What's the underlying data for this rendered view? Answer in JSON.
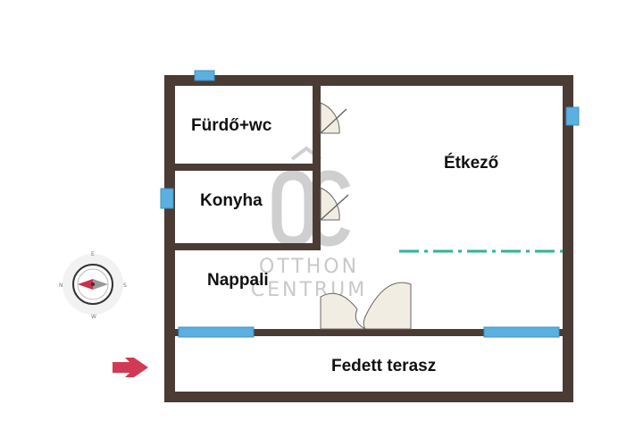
{
  "floorplan": {
    "rooms": [
      {
        "key": "bath",
        "label": "Fürdő+wc"
      },
      {
        "key": "kitchen",
        "label": "Konyha"
      },
      {
        "key": "living",
        "label": "Nappali"
      },
      {
        "key": "dining",
        "label": "Étkező"
      },
      {
        "key": "terrace",
        "label": "Fedett terasz"
      }
    ],
    "compass": {
      "north": "N",
      "east": "E",
      "south": "S",
      "west": "W"
    },
    "entrance_marker": "entrance-arrow-icon"
  },
  "watermark": {
    "logo_text": "OC",
    "line1": "OTTHON",
    "line2": "CENTRUM"
  },
  "colors": {
    "wall": "#4a3b34",
    "window": "#5ab0e0",
    "door_fill": "#f2ede2",
    "dash_line": "#2fb39a",
    "arrow": "#d13a55",
    "watermark": "#c9c9c9"
  }
}
